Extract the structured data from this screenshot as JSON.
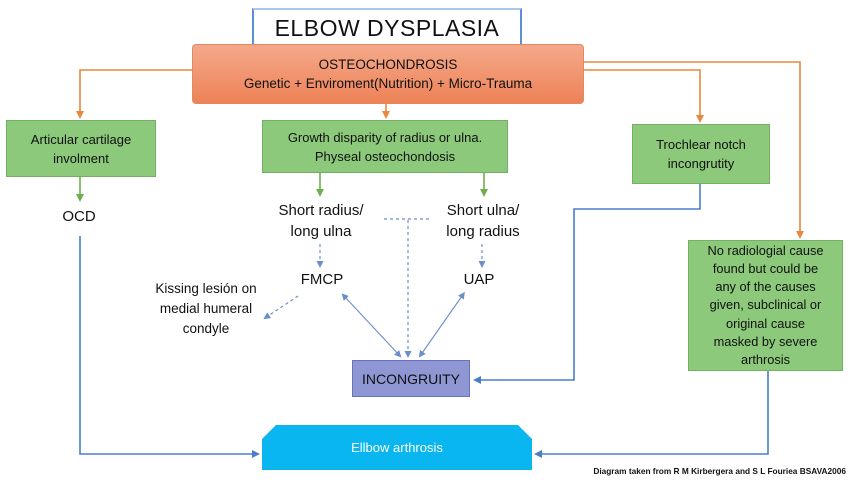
{
  "title": "ELBOW DYSPLASIA",
  "osteochondrosis": {
    "line1": "OSTEOCHONDROSIS",
    "line2": "Genetic + Enviroment(Nutrition) + Micro-Trauma"
  },
  "articular": {
    "line1": "Articular cartilage",
    "line2": "involment"
  },
  "growth": {
    "line1": "Growth disparity of radius or ulna.",
    "line2": "Physeal osteochondosis"
  },
  "trochlear": {
    "line1": "Trochlear notch",
    "line2": "incongrutity"
  },
  "no_radiological": {
    "lines": [
      "No radiologial cause",
      "found but could be",
      "any of the causes",
      "given, subclinical or",
      "original cause",
      "masked by severe",
      "arthrosis"
    ]
  },
  "ocd": "OCD",
  "short_radius": {
    "line1": "Short radius/",
    "line2": "long ulna"
  },
  "short_ulna": {
    "line1": "Short ulna/",
    "line2": "long radius"
  },
  "fmcp": "FMCP",
  "uap": "UAP",
  "kissing": {
    "line1": "Kissing lesión on",
    "line2": "medial humeral",
    "line3": "condyle"
  },
  "incongruity": "INCONGRUITY",
  "arthrosis": "Ellbow arthrosis",
  "credit": "Diagram taken from R M Kirbergera and S L Fouriea BSAVA2006",
  "colors": {
    "orange_arrow": "#e8893e",
    "green_arrow": "#6fae4f",
    "blue_arrow": "#4a7ec9",
    "dashed_arrow": "#6b8fc8"
  }
}
